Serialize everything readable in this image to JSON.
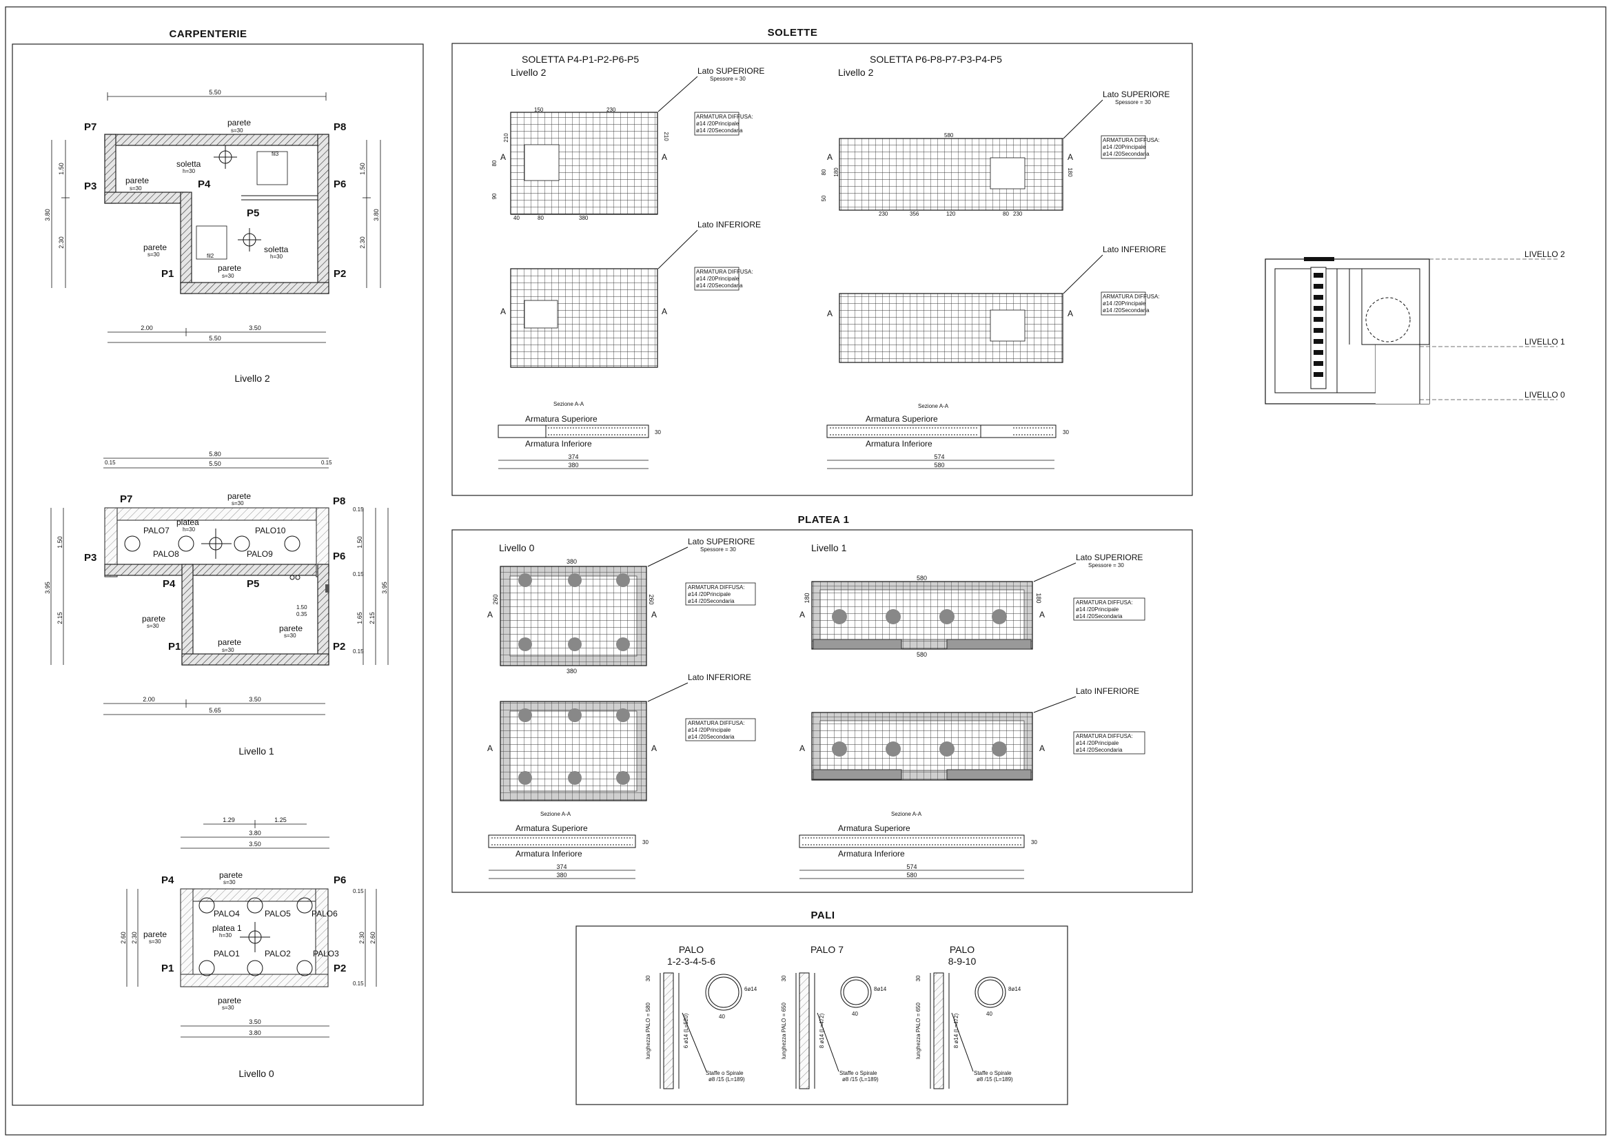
{
  "sections": {
    "carpenterie": "CARPENTERIE",
    "solette": "SOLETTE",
    "platea": "PLATEA 1",
    "pali": "PALI"
  },
  "carpenterie": {
    "level2": {
      "caption": "Livello 2",
      "dim_top": "5.50",
      "dim_bottom_a": "2.00",
      "dim_bottom_b": "3.50",
      "dim_bottom_total": "5.50",
      "dim_left_top": "1.50",
      "dim_left_bottom": "2.30",
      "dim_left_total": "3.80",
      "dim_right_top": "1.50",
      "dim_right_bottom": "2.30",
      "dim_right_total": "3.80",
      "pillars": [
        "P7",
        "P8",
        "P3",
        "P4",
        "P6",
        "P5",
        "P1",
        "P2"
      ],
      "parete": "parete",
      "s30": "s=30",
      "soletta": "soletta",
      "h30": "h=30",
      "fori": [
        "fil3",
        "fil2"
      ]
    },
    "level1": {
      "caption": "Livello 1",
      "dim_top_total": "5.80",
      "dim_top_inner": "5.50",
      "dim_bottom_a": "2.00",
      "dim_bottom_b": "3.50",
      "dim_bottom_total": "5.65",
      "dim_left_a": "1.50",
      "dim_left_b": "2.15",
      "dim_left_total": "3.95",
      "dim_right_a": "1.50",
      "dim_right_b": "2.15",
      "dim_right_c": "1.65",
      "dim_right_total": "3.95",
      "small_dims": [
        "0.15",
        "0.15",
        "0.15",
        "0.15",
        "0.15"
      ],
      "pillars": [
        "P7",
        "P8",
        "P3",
        "P6",
        "P4",
        "P5",
        "P1",
        "P2"
      ],
      "pali": [
        "PALO7",
        "PALO8",
        "PALO9",
        "PALO10"
      ],
      "platea": "platea",
      "h30": "h=30",
      "parete": "parete",
      "s30": "s=30",
      "note_a": "1.50",
      "note_b": "0.35"
    },
    "level0": {
      "caption": "Livello 0",
      "dim_top_a": "1.29",
      "dim_top_b": "1.25",
      "dim_top_total": "3.80",
      "dim_top_inner": "3.50",
      "dim_bottom_inner": "3.50",
      "dim_bottom_total": "3.80",
      "dim_left_inner": "2.30",
      "dim_left_total": "2.60",
      "dim_right_inner": "2.30",
      "dim_right_total": "2.60",
      "small_dims": [
        "0.15",
        "0.15"
      ],
      "pillars": [
        "P4",
        "P6",
        "P1",
        "P2"
      ],
      "pali": [
        "PALO4",
        "PALO5",
        "PALO6",
        "PALO1",
        "PALO2",
        "PALO3"
      ],
      "platea": "platea 1",
      "h30": "h=30",
      "parete": "parete",
      "s30": "s=30"
    }
  },
  "solette": {
    "slab1": {
      "title": "SOLETTA P4-P1-P2-P6-P5",
      "level": "Livello 2",
      "dims_top": [
        "150",
        "230"
      ],
      "dims_left": [
        "210",
        "80",
        "90"
      ],
      "dim_right": "210",
      "dims_bottom": [
        "40",
        "80",
        "380"
      ],
      "section_len_inner": "374",
      "section_len_total": "380"
    },
    "slab2": {
      "title": "SOLETTA P6-P8-P7-P3-P4-P5",
      "level": "Livello 2",
      "dim_top": "580",
      "dims_left": [
        "80",
        "50",
        "180"
      ],
      "dim_right": "180",
      "dims_bottom": [
        "230",
        "356",
        "120",
        "80",
        "230"
      ],
      "section_len_inner": "574",
      "section_len_total": "580"
    },
    "lato_sup": "Lato SUPERIORE",
    "spessore": "Spessore = 30",
    "lato_inf": "Lato INFERIORE",
    "armatura_title": "ARMATURA DIFFUSA:",
    "armatura_line1": "ø14 /20Principale",
    "armatura_line2": "ø14 /20Secondaria",
    "section_title": "Sezione A-A",
    "arm_sup": "Armatura Superiore",
    "arm_inf": "Armatura Inferiore",
    "arrow_a": "A",
    "section_h": "30"
  },
  "platea": {
    "left_level": "Livello 0",
    "right_level": "Livello 1",
    "left_w": "380",
    "left_h": "260",
    "right_w": "580",
    "right_h": "180",
    "lato_sup": "Lato SUPERIORE",
    "spessore": "Spessore = 30",
    "lato_inf": "Lato INFERIORE",
    "armatura_title": "ARMATURA DIFFUSA:",
    "armatura_left1": "ø14 /20Principale",
    "armatura_left2": "ø14 /20Secondaria",
    "armatura_right1": "ø14 /20Principale",
    "armatura_right2": "ø14 /20Secondaria",
    "section_title": "Sezione A-A",
    "arm_sup": "Armatura Superiore",
    "arm_inf": "Armatura Inferiore",
    "left_inner": "374",
    "left_total": "380",
    "right_inner": "574",
    "right_total": "580",
    "arrow_a": "A",
    "section_h": "30"
  },
  "pali": {
    "groups": [
      {
        "title1": "PALO",
        "title2": "1-2-3-4-5-6",
        "length": "lunghezza PALO = 580",
        "bars": "6 ø14 (L=520)",
        "diameter": "40",
        "rebar": "6ø14"
      },
      {
        "title1": "PALO 7",
        "title2": "",
        "length": "lunghezza PALO = 650",
        "bars": "8 ø14 (L=472)",
        "diameter": "40",
        "rebar": "8ø14"
      },
      {
        "title1": "PALO",
        "title2": "8-9-10",
        "length": "lunghezza PALO = 650",
        "bars": "8 ø14 (L=472)",
        "diameter": "40",
        "rebar": "8ø14"
      }
    ],
    "staffe": "Staffe o Spirale",
    "staffe_spec": "ø8 /15 (L=189)",
    "cover": "30"
  },
  "elevation": {
    "livello2": "LIVELLO 2",
    "livello1": "LIVELLO 1",
    "livello0": "LIVELLO 0"
  }
}
